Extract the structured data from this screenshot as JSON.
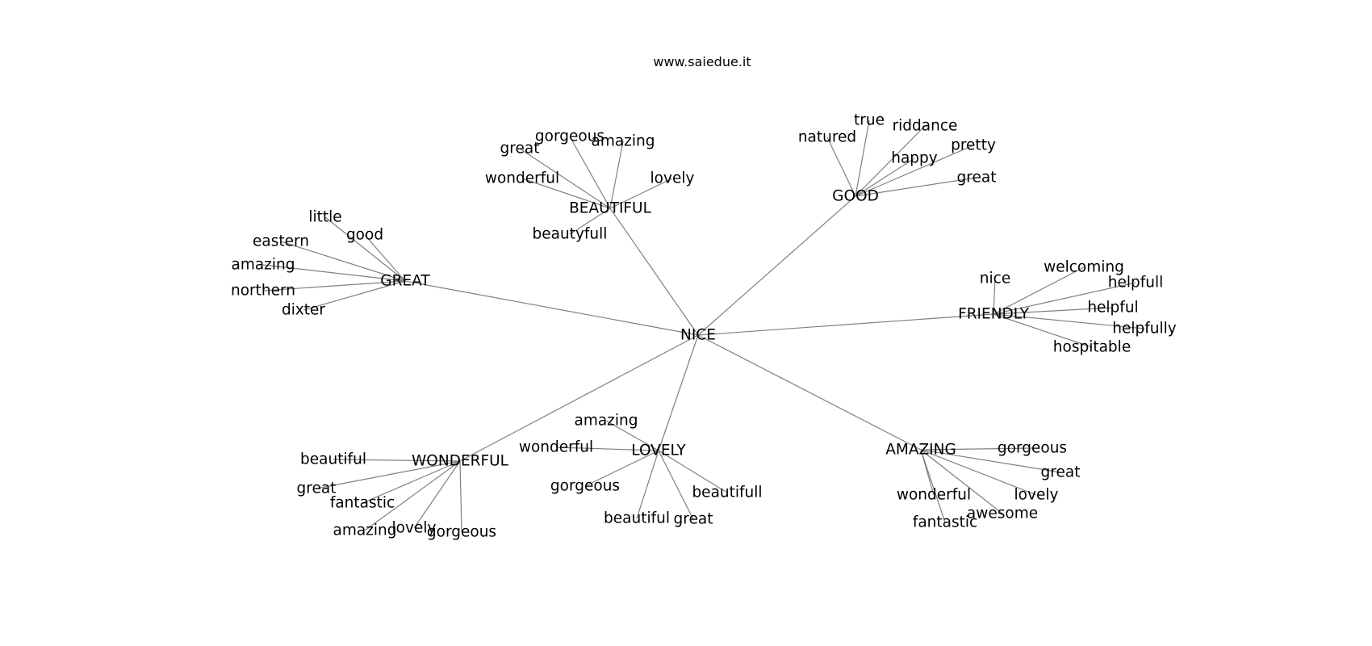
{
  "title": "www.saiedue.it",
  "colors": {
    "edge": "#808080",
    "text": "#000000",
    "background": "#ffffff"
  },
  "graph": {
    "root": "NICE",
    "hubs": [
      {
        "id": "great_hub",
        "label": "GREAT",
        "leaves": [
          "little",
          "good",
          "eastern",
          "amazing",
          "northern",
          "dixter"
        ]
      },
      {
        "id": "beautiful_hub",
        "label": "BEAUTIFUL",
        "leaves": [
          "gorgeous",
          "amazing",
          "great",
          "wonderful",
          "lovely",
          "beautyfull"
        ]
      },
      {
        "id": "good_hub",
        "label": "GOOD",
        "leaves": [
          "true",
          "natured",
          "riddance",
          "happy",
          "pretty",
          "great"
        ]
      },
      {
        "id": "friendly_hub",
        "label": "FRIENDLY",
        "leaves": [
          "nice",
          "welcoming",
          "helpfull",
          "helpful",
          "helpfully",
          "hospitable"
        ]
      },
      {
        "id": "wonderful_hub",
        "label": "WONDERFUL",
        "leaves": [
          "beautiful",
          "great",
          "fantastic",
          "amazing",
          "lovely",
          "gorgeous"
        ]
      },
      {
        "id": "lovely_hub",
        "label": "LOVELY",
        "leaves": [
          "amazing",
          "wonderful",
          "gorgeous",
          "beautifull",
          "beautiful",
          "great"
        ]
      },
      {
        "id": "amazing_hub",
        "label": "AMAZING",
        "leaves": [
          "gorgeous",
          "great",
          "lovely",
          "wonderful",
          "awesome",
          "fantastic"
        ]
      }
    ]
  }
}
